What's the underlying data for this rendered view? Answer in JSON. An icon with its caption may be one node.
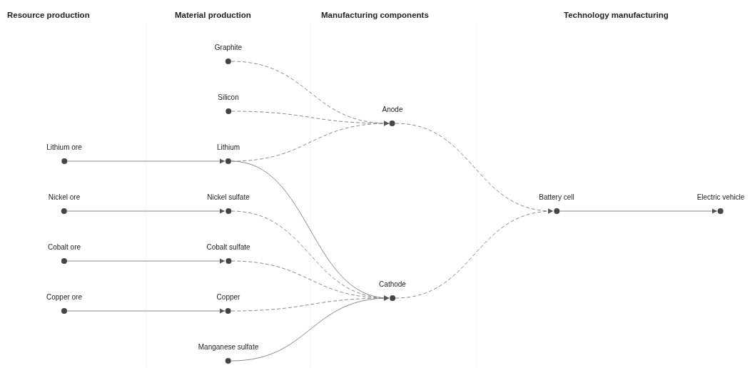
{
  "diagram": {
    "nodes": [
      {
        "text": [
          "Lithium ore"
        ]
      },
      {
        "text": [
          "Nickel ore"
        ]
      },
      {
        "text": [
          "Cobalt ore"
        ]
      },
      {
        "text": [
          "Copper ore"
        ]
      },
      {
        "text": [
          "Graphite"
        ]
      },
      {
        "text": [
          "Silicon"
        ]
      },
      {
        "text": [
          "Lithium"
        ]
      },
      {
        "text": [
          "Nickel sulfate"
        ]
      },
      {
        "text": [
          "Cobalt sulfate"
        ]
      },
      {
        "text": [
          "Copper"
        ]
      },
      {
        "text": [
          "Manganese sulfate"
        ]
      },
      {
        "text": [
          "Anode"
        ]
      },
      {
        "text": [
          "Cathode"
        ]
      },
      {
        "text": [
          "Battery cell"
        ]
      },
      {
        "text": [
          "Electric vehicle"
        ]
      }
    ],
    "edges": [
      {
        "from": 0,
        "to": 6,
        "arrow": "to"
      },
      {
        "from": 1,
        "to": 7,
        "arrow": "to"
      },
      {
        "from": 2,
        "to": 8,
        "arrow": "to"
      },
      {
        "from": 3,
        "to": 9,
        "arrow": "to"
      },
      {
        "from": 4,
        "to": 11,
        "arrow": "to",
        "style": "dashed"
      },
      {
        "from": 5,
        "to": 11,
        "arrow": "to",
        "style": "dashed"
      },
      {
        "from": 6,
        "to": 11,
        "arrow": "to",
        "style": "dashed"
      },
      {
        "from": 6,
        "to": 12,
        "arrow": "to"
      },
      {
        "from": 7,
        "to": 12,
        "arrow": "to",
        "style": "dashed"
      },
      {
        "from": 8,
        "to": 12,
        "arrow": "to",
        "style": "dashed"
      },
      {
        "from": 9,
        "to": 12,
        "arrow": "to",
        "style": "dashed"
      },
      {
        "from": 10,
        "to": 12,
        "arrow": "to"
      },
      {
        "from": 11,
        "to": 13,
        "arrow": "to",
        "style": "dashed"
      },
      {
        "from": 12,
        "to": 13,
        "arrow": "to",
        "style": "dashed"
      },
      {
        "from": 13,
        "to": 14,
        "arrow": "to"
      }
    ],
    "labels": [
      "Resource production",
      "Material production",
      "Manufacturing components",
      "Technology manufacturing"
    ]
  }
}
